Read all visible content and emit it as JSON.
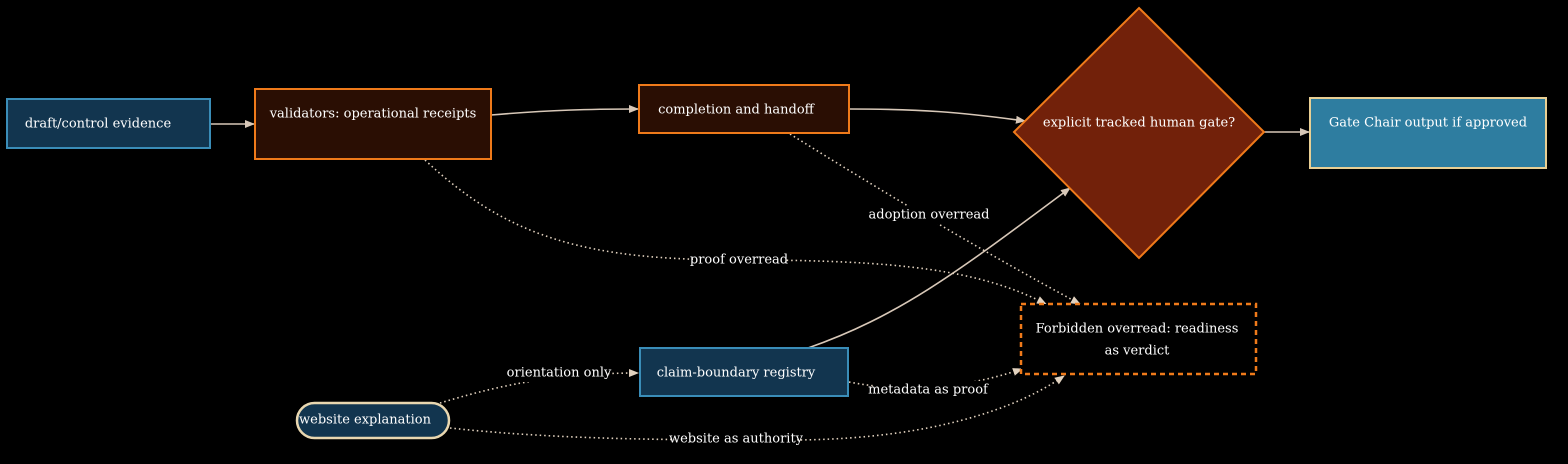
{
  "colors": {
    "background": "#000000",
    "evidence_fill": "#12354f",
    "evidence_stroke": "#3a8db8",
    "receipt_fill": "#2a0e03",
    "receipt_stroke": "#ef7a1a",
    "gate_fill": "#72210a",
    "gate_stroke": "#ef7a1a",
    "output_fill": "#2e7da0",
    "output_stroke": "#e9cf94",
    "pill_stroke": "#e9d7b0",
    "edge_solid": "#d8c8b8",
    "edge_dotted": "#e2d2bf",
    "forbidden_stroke": "#ef7a1a"
  },
  "nodes": {
    "draft": {
      "label": "draft/control evidence"
    },
    "validators": {
      "label": "validators: operational receipts"
    },
    "completion": {
      "label": "completion and handoff"
    },
    "gate": {
      "label": "explicit tracked human gate?"
    },
    "output": {
      "label": "Gate Chair output if approved"
    },
    "forbidden": {
      "label_line1": "Forbidden overread: readiness",
      "label_line2": "as verdict"
    },
    "registry": {
      "label": "claim-boundary registry"
    },
    "website": {
      "label": "website explanation"
    }
  },
  "edges": {
    "adoption_overread": "adoption overread",
    "proof_overread": "proof overread",
    "orientation_only": "orientation only",
    "metadata_as_proof": "metadata as proof",
    "website_as_authority": "website as authority"
  }
}
